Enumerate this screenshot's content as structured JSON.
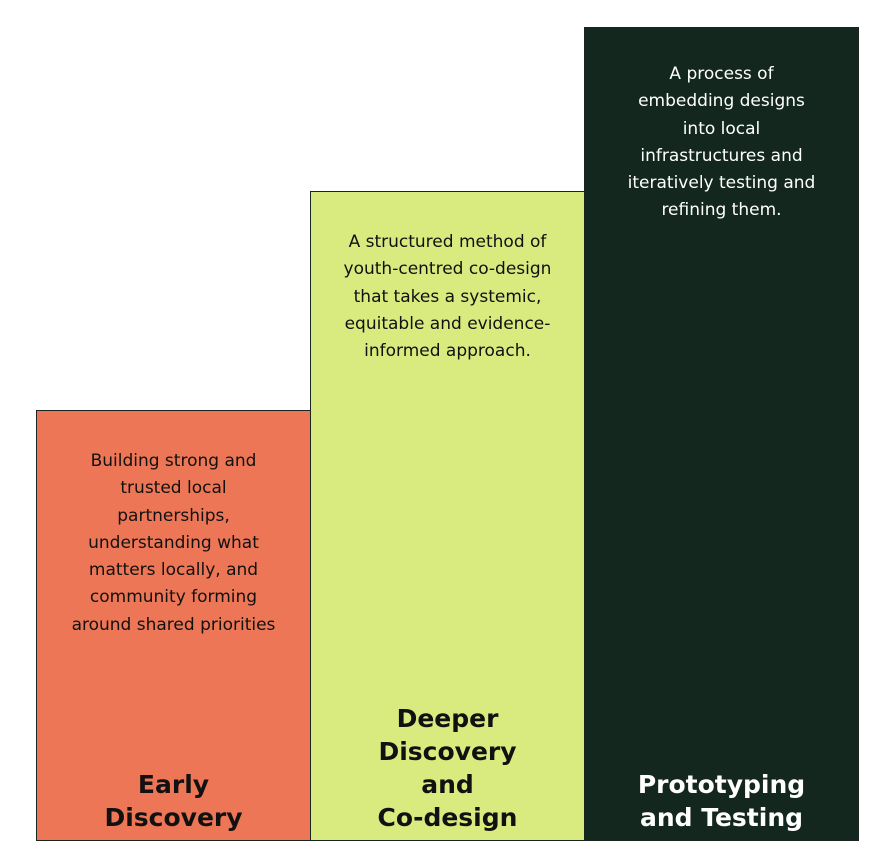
{
  "stages": [
    {
      "title": "Early\nDiscovery",
      "description": "Building strong and trusted local partnerships, understanding what matters locally, and community forming around shared priorities",
      "color": "#ec7655"
    },
    {
      "title": "Deeper\nDiscovery\nand\nCo-design",
      "description": "A structured method of youth-centred co-design that takes a systemic, equitable and evidence-informed approach.",
      "color": "#d9ea7f"
    },
    {
      "title": "Prototyping\nand Testing",
      "description": "A process of embedding designs into local infrastructures and iteratively testing and refining them.",
      "color": "#13271f"
    }
  ]
}
